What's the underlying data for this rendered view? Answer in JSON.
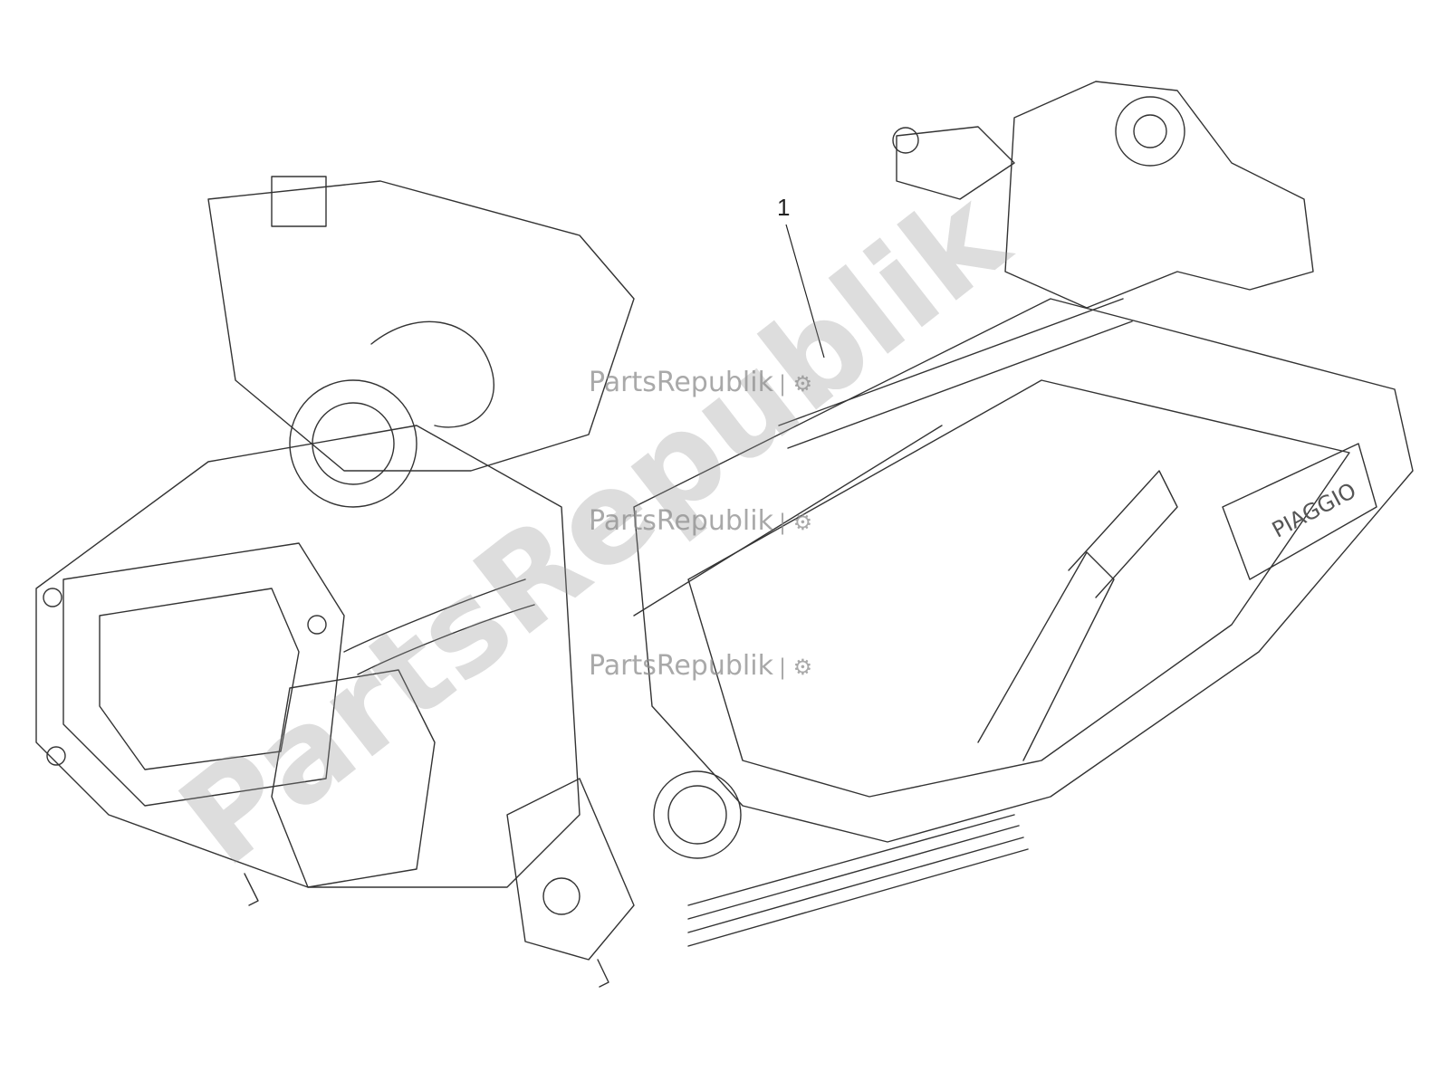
{
  "diagram": {
    "callout": "1",
    "brand_mark": "PIAGGIO"
  },
  "watermark": {
    "small_text": "PartsRepublik",
    "big_text": "PartsRepublik",
    "color": "#8c8c8c"
  },
  "style": {
    "line_color": "#333333",
    "background": "#ffffff"
  }
}
